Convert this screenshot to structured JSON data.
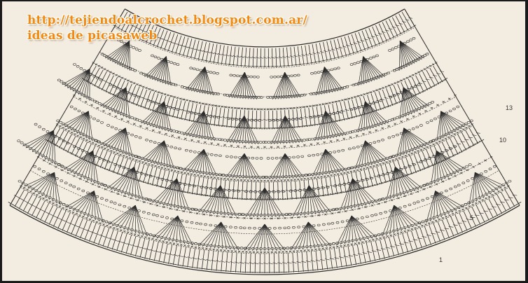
{
  "watermark": {
    "url_text": "http://tejiendoalcrochet.blogspot.com.ar/",
    "credit_text": "ideas de  picasaweb"
  },
  "row_labels": [
    "13",
    "10",
    "5",
    "1"
  ],
  "colors": {
    "background": "#f3ece0",
    "ink": "#2b2b2b",
    "watermark": "#f08a10"
  }
}
